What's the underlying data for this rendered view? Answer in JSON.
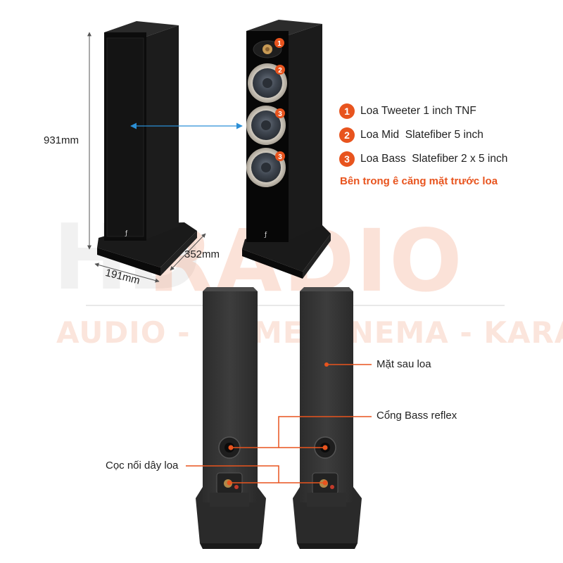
{
  "dimensions": {
    "height": "931mm",
    "depth": "352mm",
    "width": "191mm"
  },
  "drivers": [
    {
      "number": "1",
      "label": "Loa Tweeter 1 inch TNF"
    },
    {
      "number": "2",
      "label": "Loa Mid  Slatefiber 5 inch"
    },
    {
      "number": "3",
      "label": "Loa Bass  Slatefiber 2 x 5 inch"
    }
  ],
  "note": "Bên trong ê căng mặt trước loa",
  "callouts": {
    "rear": "Mặt sau loa",
    "bass_port": "Cổng Bass reflex",
    "terminals": "Cọc nối dây loa"
  },
  "watermark": {
    "brand_prefix": "HD",
    "brand": "RADIO",
    "tagline": "AUDIO - HOME CINEMA - KARAOKE"
  },
  "colors": {
    "accent": "#e8541e",
    "arrow": "#2b8fd6",
    "cabinet": "#0d0d0d",
    "rear_cabinet": "#3a3a3a"
  }
}
